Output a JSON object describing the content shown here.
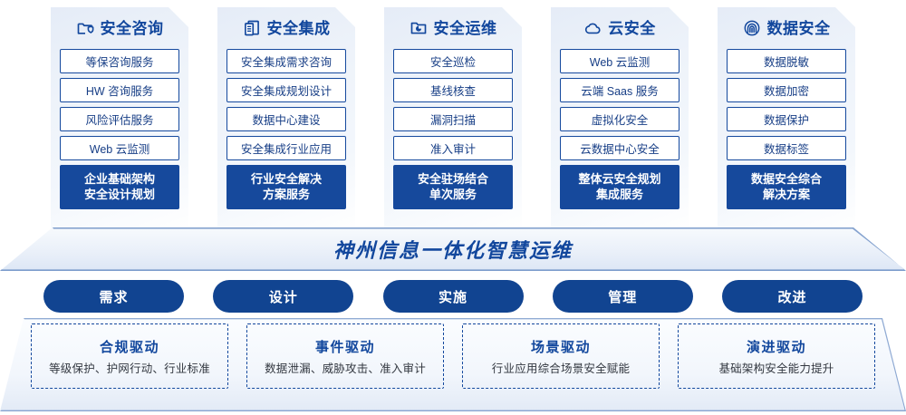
{
  "columns": [
    {
      "icon": "folder-shield-icon",
      "title": "安全咨询",
      "items": [
        "等保咨询服务",
        "HW 咨询服务",
        "风险评估服务",
        "Web 云监测"
      ],
      "footer": [
        "企业基础架构",
        "安全设计规划"
      ]
    },
    {
      "icon": "documents-copy-icon",
      "title": "安全集成",
      "items": [
        "安全集成需求咨询",
        "安全集成规划设计",
        "数据中心建设",
        "安全集成行业应用"
      ],
      "footer": [
        "行业安全解决",
        "方案服务"
      ]
    },
    {
      "icon": "folder-chart-icon",
      "title": "安全运维",
      "items": [
        "安全巡检",
        "基线核查",
        "漏洞扫描",
        "准入审计"
      ],
      "footer": [
        "安全驻场结合",
        "单次服务"
      ]
    },
    {
      "icon": "cloud-icon",
      "title": "云安全",
      "items": [
        "Web 云监测",
        "云端 Saas 服务",
        "虚拟化安全",
        "云数据中心安全"
      ],
      "footer": [
        "整体云安全规划",
        "集成服务"
      ]
    },
    {
      "icon": "fingerprint-icon",
      "title": "数据安全",
      "items": [
        "数据脱敏",
        "数据加密",
        "数据保护",
        "数据标签"
      ],
      "footer": [
        "数据安全综合",
        "解决方案"
      ]
    }
  ],
  "banner": {
    "title": "神州信息一体化智慧运维"
  },
  "phases": [
    {
      "label": "需求"
    },
    {
      "label": "设计"
    },
    {
      "label": "实施"
    },
    {
      "label": "管理"
    },
    {
      "label": "改进"
    }
  ],
  "drivers": [
    {
      "title": "合规驱动",
      "subtitle": "等级保护、护网行动、行业标准"
    },
    {
      "title": "事件驱动",
      "subtitle": "数据泄漏、威胁攻击、准入审计"
    },
    {
      "title": "场景驱动",
      "subtitle": "行业应用综合场景安全赋能"
    },
    {
      "title": "演进驱动",
      "subtitle": "基础架构安全能力提升"
    }
  ],
  "colors": {
    "brand_blue": "#12479d",
    "deep_blue": "#16499c",
    "pill_blue": "#114491",
    "card_bg": "#eef3fa"
  }
}
